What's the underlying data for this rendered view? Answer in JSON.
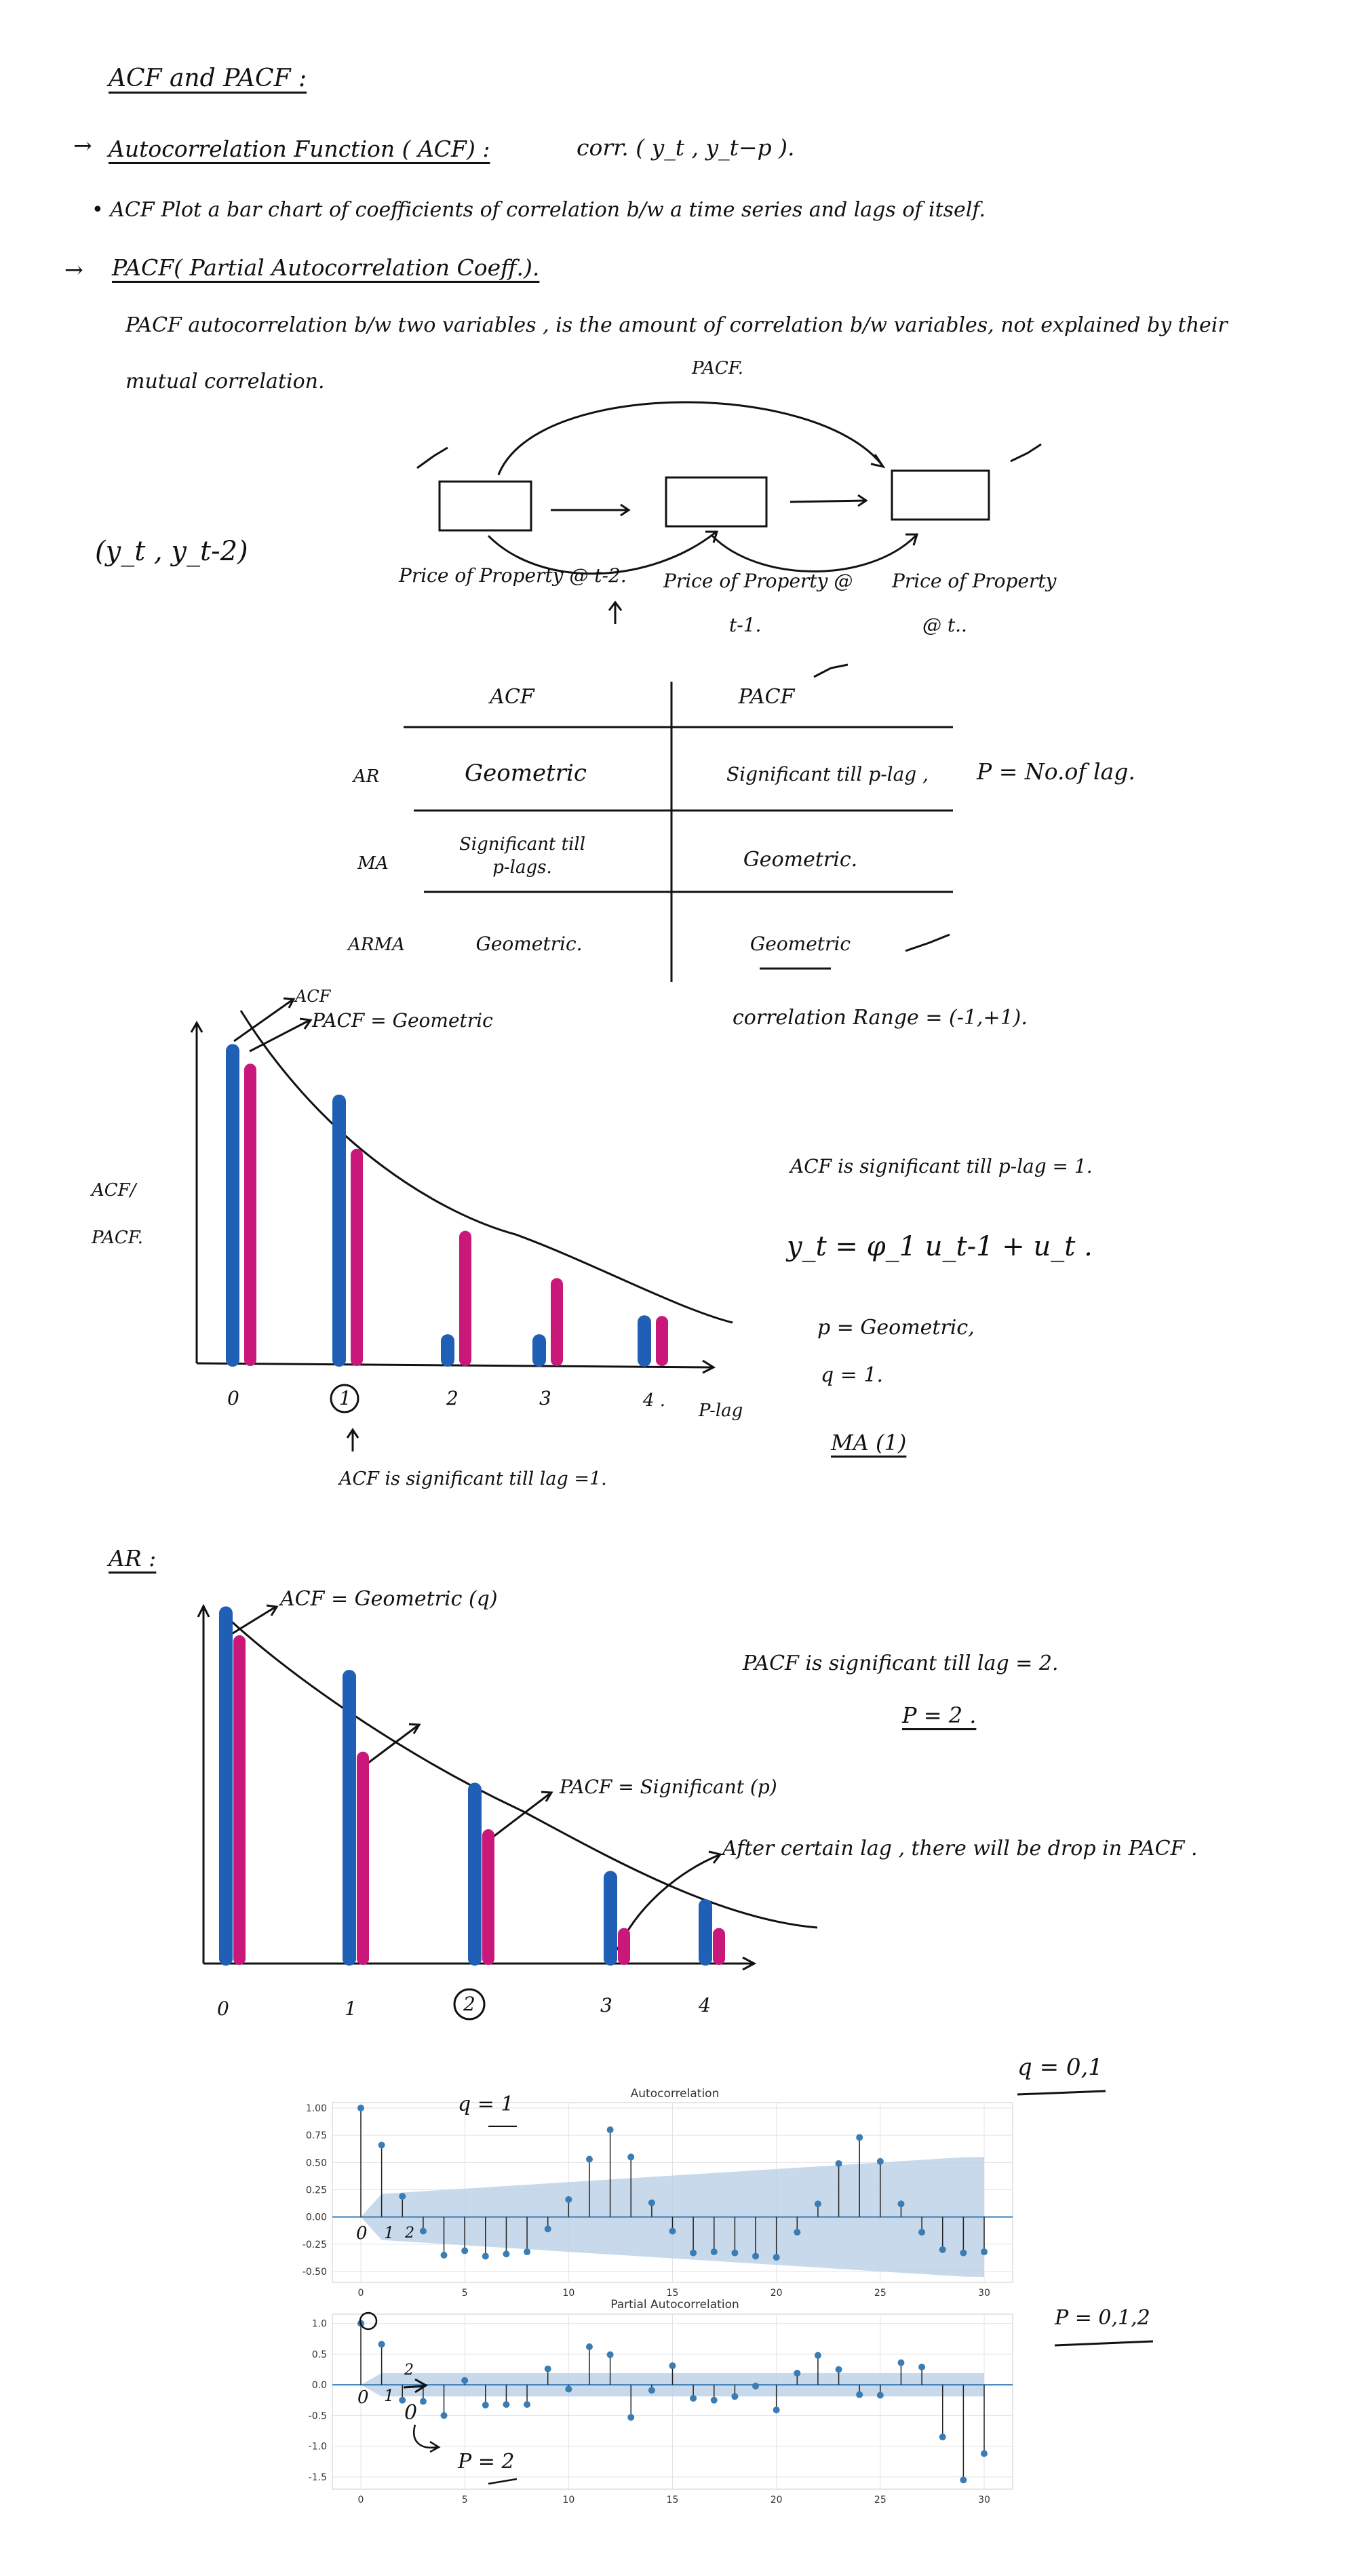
{
  "heading": "ACF and PACF :",
  "acf_def": {
    "label": "Autocorrelation Function ( ACF) :",
    "formula": "corr. ( y_t , y_t−p ).",
    "bullet": "• ACF Plot a bar chart of coefficients of correlation b/w a time series and lags of itself."
  },
  "pacf_def": {
    "label": "PACF( Partial Autocorrelation Coeff.).",
    "line1": "PACF autocorrelation b/w two variables , is the amount of correlation b/w variables, not explained by their",
    "line2": "mutual correlation."
  },
  "property_diagram": {
    "pair": "(y_t , y_t-2)",
    "arc_label": "PACF.",
    "box1": "Price of Property @ t-2.",
    "box2_a": "Price of Property @",
    "box2_b": "t-1.",
    "box3_a": "Price of Property",
    "box3_b": "@ t.."
  },
  "summary_table": {
    "headers": [
      "ACF",
      "PACF"
    ],
    "rows": [
      {
        "model": "AR",
        "acf": "Geometric",
        "pacf": "Significant till p-lag ,"
      },
      {
        "model": "MA",
        "acf": "Significant till p-lags.",
        "pacf": "Geometric."
      },
      {
        "model": "ARMA",
        "acf": "Geometric.",
        "pacf": "Geometric"
      }
    ],
    "note": "P = No.of lag."
  },
  "ma_sketch": {
    "labels": {
      "acf": "ACF",
      "pacf": "PACF = Geometric",
      "yaxis": "ACF/ PACF.",
      "xaxis": "P-lag"
    },
    "ticks": [
      "0",
      "1",
      "2",
      "3",
      "4 ."
    ],
    "annotation": "ACF is significant till lag =1.",
    "range": "correlation Range = (-1,+1).",
    "acf_values": [
      0.98,
      0.82,
      0.06,
      0.06,
      0.12
    ],
    "pacf_values": [
      0.92,
      0.65,
      0.39,
      0.24,
      0.12
    ],
    "notes": [
      "ACF is significant till p-lag = 1.",
      "y_t = φ_1 u_t-1 + u_t .",
      "p = Geometric,",
      "q = 1.",
      "MA (1)"
    ]
  },
  "ar_sketch": {
    "heading": "AR :",
    "labels": {
      "acf": "ACF = Geometric (q)",
      "pacf": "PACF = Significant (p)",
      "drop": "After certain lag , there will be drop in PACF ."
    },
    "ticks": [
      "0",
      "1",
      "2",
      "3",
      "4"
    ],
    "acf_values": [
      0.98,
      0.8,
      0.48,
      0.23,
      0.15
    ],
    "pacf_values": [
      0.9,
      0.57,
      0.35,
      0.07,
      0.07
    ],
    "notes": [
      "PACF is significant till lag = 2.",
      "P = 2 ."
    ]
  },
  "colors": {
    "acf": "#1f5fb5",
    "pacf": "#c9187a",
    "stem": "#3a7db5",
    "band": "#b9d0e6"
  },
  "acf_plot": {
    "q_note": "q = 0,1",
    "inline_note": "q = 1",
    "zero_one_two": [
      "0",
      "1",
      "2"
    ],
    "p_note": "P = 0,1,2",
    "p2_note": "P = 2",
    "pacf_zero_one_two": [
      "0",
      "1",
      "2",
      "0"
    ]
  },
  "chart_data": [
    {
      "type": "bar",
      "title": "Autocorrelation",
      "x": [
        0,
        1,
        2,
        3,
        4,
        5,
        6,
        7,
        8,
        9,
        10,
        11,
        12,
        13,
        14,
        15,
        16,
        17,
        18,
        19,
        20,
        21,
        22,
        23,
        24,
        25,
        26,
        27,
        28,
        29,
        30
      ],
      "values": [
        1.0,
        0.66,
        0.19,
        -0.13,
        -0.35,
        -0.31,
        -0.36,
        -0.34,
        -0.32,
        -0.11,
        0.16,
        0.53,
        0.8,
        0.55,
        0.13,
        -0.13,
        -0.33,
        -0.32,
        -0.33,
        -0.36,
        -0.37,
        -0.14,
        0.12,
        0.49,
        0.73,
        0.51,
        0.12,
        -0.14,
        -0.3,
        -0.33,
        -0.32
      ],
      "ylim": [
        -0.6,
        1.05
      ],
      "yticks": [
        "1.00",
        "0.75",
        "0.50",
        "0.25",
        "0.00",
        "-0.25",
        "-0.50"
      ],
      "xticks": [
        "0",
        "5",
        "10",
        "15",
        "20",
        "25",
        "30"
      ],
      "confidence_band": true,
      "grid": true
    },
    {
      "type": "bar",
      "title": "Partial Autocorrelation",
      "x": [
        0,
        1,
        2,
        3,
        4,
        5,
        6,
        7,
        8,
        9,
        10,
        11,
        12,
        13,
        14,
        15,
        16,
        17,
        18,
        19,
        20,
        21,
        22,
        23,
        24,
        25,
        26,
        27,
        28,
        29,
        30
      ],
      "values": [
        1.0,
        0.66,
        -0.25,
        -0.27,
        -0.5,
        0.07,
        -0.33,
        -0.32,
        -0.32,
        0.26,
        -0.07,
        0.62,
        0.49,
        -0.53,
        -0.09,
        0.31,
        -0.22,
        -0.25,
        -0.19,
        -0.02,
        -0.41,
        0.19,
        0.48,
        0.25,
        -0.16,
        -0.17,
        0.36,
        0.29,
        -0.85,
        -1.55,
        -1.12
      ],
      "ylim": [
        -1.7,
        1.15
      ],
      "yticks": [
        "1.0",
        "0.5",
        "0.0",
        "-0.5",
        "-1.0",
        "-1.5"
      ],
      "xticks": [
        "0",
        "5",
        "10",
        "15",
        "20",
        "25",
        "30"
      ],
      "confidence_band": true,
      "grid": true
    }
  ]
}
